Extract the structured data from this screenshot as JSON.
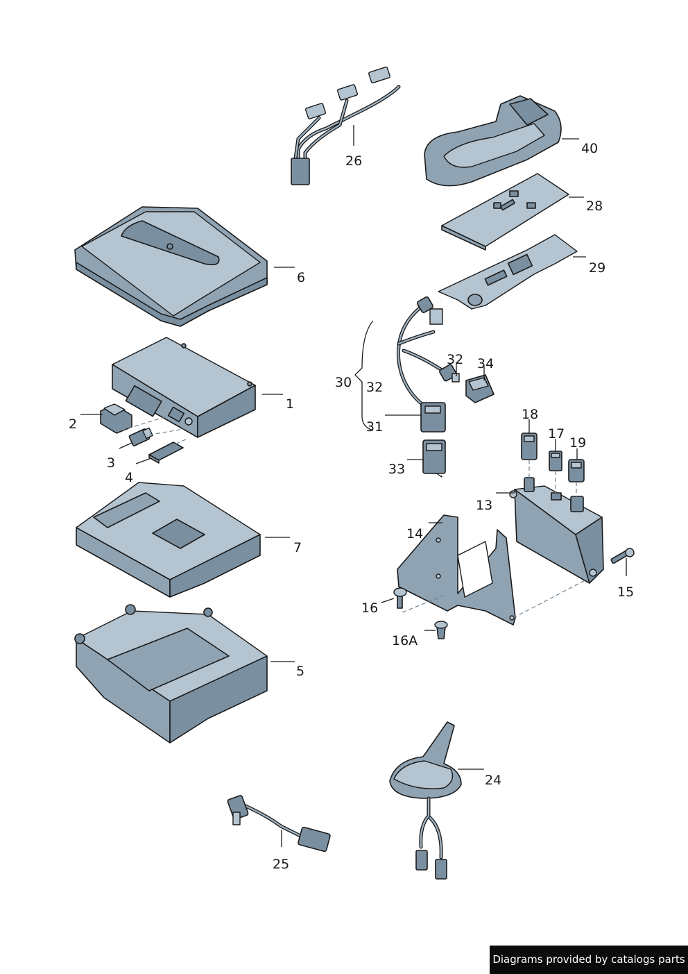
{
  "callouts": [
    {
      "id": "1",
      "label": "1"
    },
    {
      "id": "2",
      "label": "2"
    },
    {
      "id": "3",
      "label": "3"
    },
    {
      "id": "4",
      "label": "4"
    },
    {
      "id": "5",
      "label": "5"
    },
    {
      "id": "6",
      "label": "6"
    },
    {
      "id": "7",
      "label": "7"
    },
    {
      "id": "13",
      "label": "13"
    },
    {
      "id": "14",
      "label": "14"
    },
    {
      "id": "15",
      "label": "15"
    },
    {
      "id": "16",
      "label": "16"
    },
    {
      "id": "16A",
      "label": "16A"
    },
    {
      "id": "17",
      "label": "17"
    },
    {
      "id": "18",
      "label": "18"
    },
    {
      "id": "19",
      "label": "19"
    },
    {
      "id": "24",
      "label": "24"
    },
    {
      "id": "25",
      "label": "25"
    },
    {
      "id": "26",
      "label": "26"
    },
    {
      "id": "28",
      "label": "28"
    },
    {
      "id": "29",
      "label": "29"
    },
    {
      "id": "30",
      "label": "30"
    },
    {
      "id": "31",
      "label": "31"
    },
    {
      "id": "32a",
      "label": "32"
    },
    {
      "id": "32b",
      "label": "32"
    },
    {
      "id": "33",
      "label": "33"
    },
    {
      "id": "34",
      "label": "34"
    },
    {
      "id": "40",
      "label": "40"
    }
  ],
  "footer": {
    "text": "Diagrams provided by catalogs parts"
  }
}
